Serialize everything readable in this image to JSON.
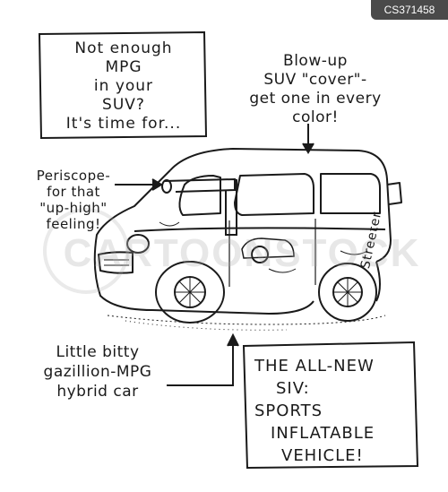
{
  "id_tag": "CS371458",
  "watermark": "CARTOONSTOCK",
  "signature": "Streeter",
  "caption": {
    "lines": [
      "Not enough",
      "MPG",
      "in your",
      "SUV?",
      "It's time for..."
    ]
  },
  "annotations": {
    "blowup": {
      "lines": [
        "Blow-up",
        "SUV \"cover\"-",
        "get one in every",
        "color!"
      ]
    },
    "periscope": {
      "lines": [
        "Periscope-",
        "for that",
        "\"up-high\"",
        "feeling!"
      ]
    },
    "hybrid": {
      "lines": [
        "Little bitty",
        "gazillion-MPG",
        "hybrid car"
      ]
    }
  },
  "punchline": {
    "lines": [
      "THE ALL-NEW",
      "SIV:",
      "SPORTS",
      "INFLATABLE",
      "VEHICLE!"
    ]
  }
}
